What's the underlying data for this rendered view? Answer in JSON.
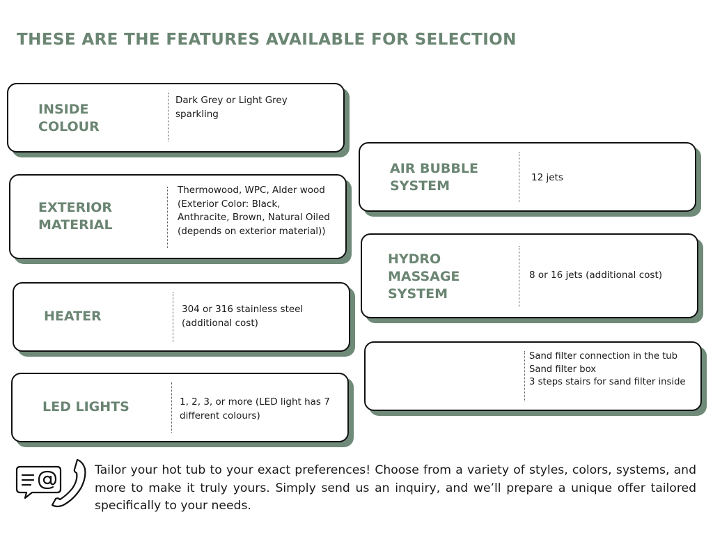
{
  "heading": "THESE ARE THE FEATURES AVAILABLE FOR SELECTION",
  "features": {
    "inside_colour": {
      "title": "INSIDE\nCOLOUR",
      "value": "Dark Grey or Light Grey sparkling"
    },
    "exterior_material": {
      "title": "EXTERIOR\nMATERIAL",
      "value": "Thermowood, WPC,  Alder wood (Exterior Color: Black, Anthracite, Brown, Natural Oiled (depends on exterior material))"
    },
    "heater": {
      "title": "HEATER",
      "value": "304 or 316 stainless steel (additional cost)"
    },
    "led_lights": {
      "title": "LED LIGHTS",
      "value": "1, 2, 3, or more (LED light has 7 different colours)"
    },
    "air_bubble_system": {
      "title": "AIR BUBBLE\nSYSTEM",
      "value": "12 jets"
    },
    "hydro_massage_system": {
      "title": "HYDRO\nMASSAGE\nSYSTEM",
      "value": "8 or 16 jets (additional cost)"
    },
    "sand_filter": {
      "items": [
        "Sand filter connection in the tub",
        "Sand filter box",
        "3 steps stairs for sand filter inside"
      ]
    }
  },
  "footer": {
    "icon": "email-at-phone-icon",
    "text": "Tailor your hot tub to your exact preferences! Choose from a variety of styles, colors, systems, and more to make it truly yours. Simply send us an inquiry, and we’ll prepare a unique offer tailored specifically to your needs."
  },
  "colors": {
    "accent": "#6a8572",
    "shadow": "#6f8a78",
    "border": "#111111",
    "text": "#1a1a1a"
  }
}
